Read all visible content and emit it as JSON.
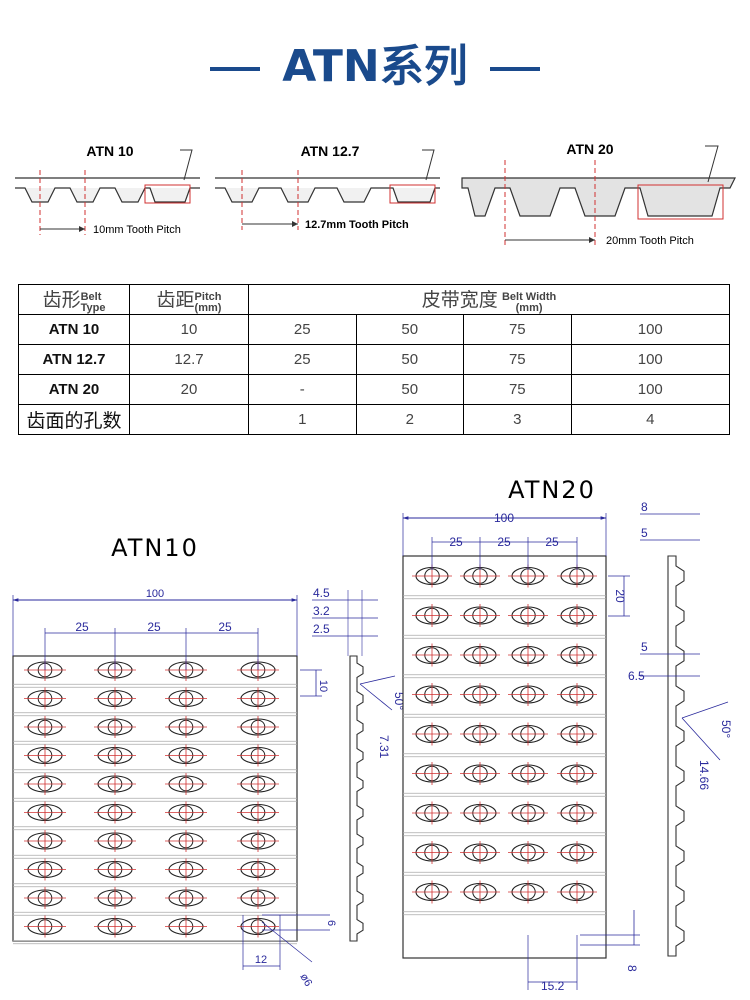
{
  "header": {
    "title": "ATN系列"
  },
  "profiles": [
    {
      "name": "ATN 10",
      "pitch_label": "10mm Tooth Pitch"
    },
    {
      "name": "ATN 12.7",
      "pitch_label": "12.7mm Tooth Pitch"
    },
    {
      "name": "ATN 20",
      "pitch_label": "20mm Tooth Pitch"
    }
  ],
  "table": {
    "h_type_cn": "齿形",
    "h_type_en1": "Belt",
    "h_type_en2": "Type",
    "h_pitch_cn": "齿距",
    "h_pitch_en1": "Pitch",
    "h_pitch_en2": "(mm)",
    "h_width_cn": "皮带宽度",
    "h_width_en1": "Belt Width",
    "h_width_en2": "(mm)",
    "rows": [
      {
        "type": "ATN 10",
        "pitch": "10",
        "w": [
          "25",
          "50",
          "75",
          "100"
        ]
      },
      {
        "type": "ATN 12.7",
        "pitch": "12.7",
        "w": [
          "25",
          "50",
          "75",
          "100"
        ]
      },
      {
        "type": "ATN 20",
        "pitch": "20",
        "w": [
          "-",
          "50",
          "75",
          "100"
        ]
      }
    ],
    "holes_label": "齿面的孔数",
    "holes": [
      "1",
      "2",
      "3",
      "4"
    ]
  },
  "atn10": {
    "title": "ATN10",
    "dims": {
      "width": "100",
      "spacing": "25",
      "a": "4.5",
      "b": "3.2",
      "c": "2.5",
      "pitch": "10",
      "angle": "50°",
      "depth": "7.31",
      "row": "6",
      "hole_x": "12",
      "dia": "ø6"
    }
  },
  "atn20": {
    "title": "ATN20",
    "dims": {
      "width": "100",
      "spacing": "25",
      "pitch": "20",
      "a": "8",
      "b": "5",
      "c": "5",
      "d": "6.5",
      "angle": "50°",
      "depth": "14.66",
      "hole_x": "15.2",
      "row": "8"
    }
  },
  "colors": {
    "title": "#1a4a8c",
    "dim": "#2a2a9c",
    "centerline": "#d03030"
  }
}
